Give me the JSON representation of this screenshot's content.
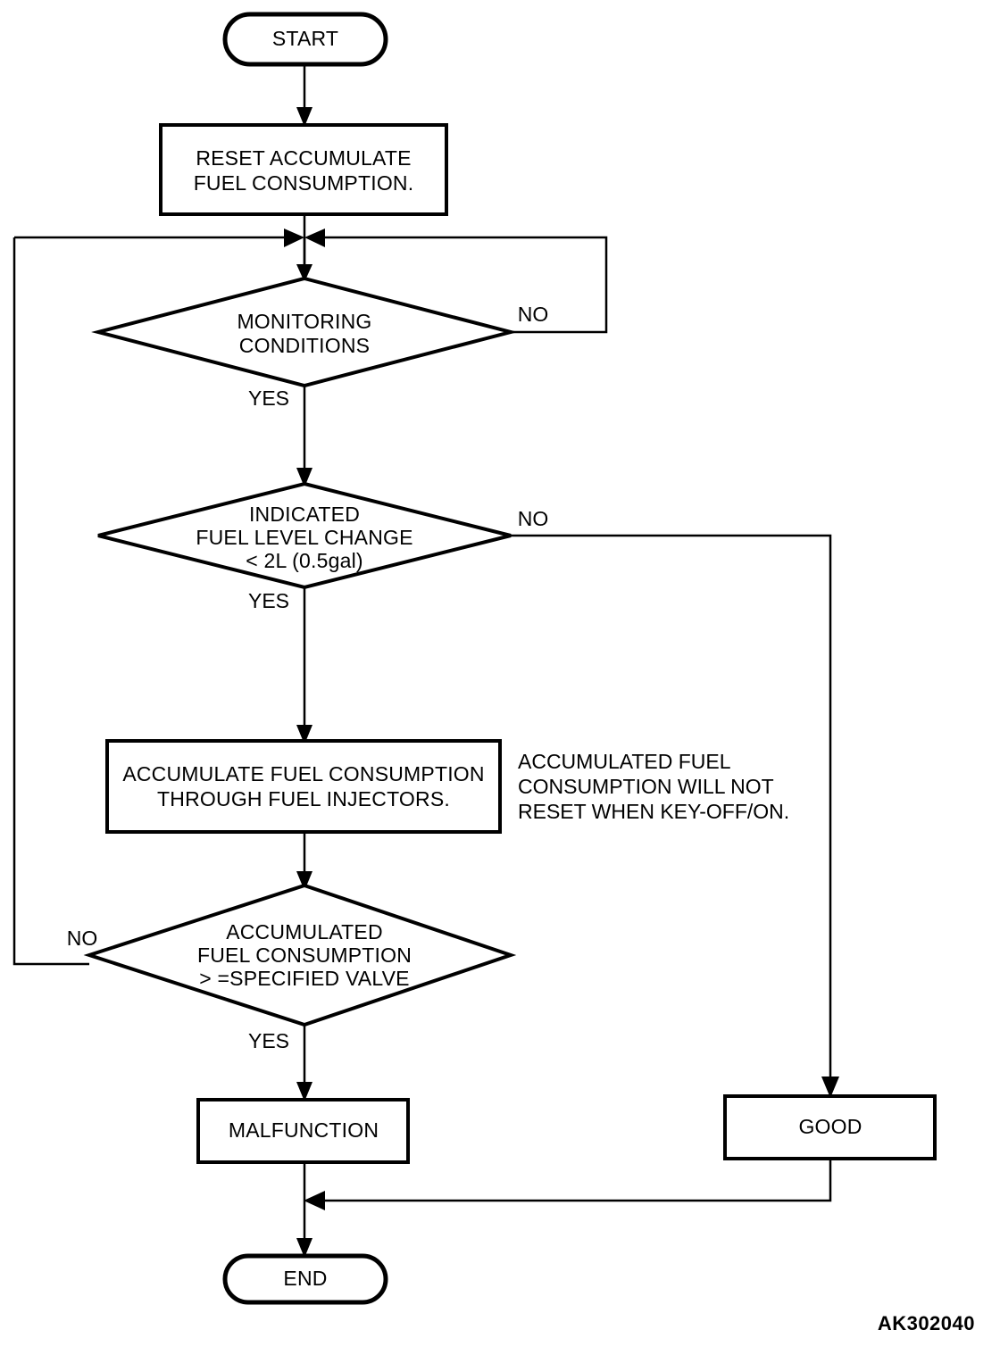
{
  "diagram": {
    "title_code": "AK302040",
    "nodes": {
      "start": {
        "label": "START",
        "shape": "terminal"
      },
      "reset": {
        "line1": "RESET ACCUMULATE",
        "line2": "FUEL CONSUMPTION.",
        "shape": "process"
      },
      "monitoring": {
        "line1": "MONITORING",
        "line2": "CONDITIONS",
        "shape": "decision"
      },
      "fuel_level": {
        "line1": "INDICATED",
        "line2": "FUEL LEVEL CHANGE",
        "line3": "< 2L (0.5gal)",
        "shape": "decision"
      },
      "accumulate": {
        "line1": "ACCUMULATE FUEL CONSUMPTION",
        "line2": "THROUGH FUEL INJECTORS.",
        "shape": "process"
      },
      "threshold": {
        "line1": "ACCUMULATED",
        "line2": "FUEL  CONSUMPTION",
        "line3": "> =SPECIFIED VALVE",
        "shape": "decision"
      },
      "malfunction": {
        "label": "MALFUNCTION",
        "shape": "process"
      },
      "good": {
        "label": "GOOD",
        "shape": "process"
      },
      "end": {
        "label": "END",
        "shape": "terminal"
      }
    },
    "note": {
      "line1": "ACCUMULATED FUEL",
      "line2": "CONSUMPTION WILL NOT",
      "line3": "RESET WHEN KEY-OFF/ON."
    },
    "branch_labels": {
      "monitoring_no": "NO",
      "monitoring_yes": "YES",
      "fuel_level_no": "NO",
      "fuel_level_yes": "YES",
      "threshold_no": "NO",
      "threshold_yes": "YES"
    },
    "colors": {
      "stroke": "#000000",
      "fill": "#ffffff",
      "background": "#ffffff"
    }
  }
}
